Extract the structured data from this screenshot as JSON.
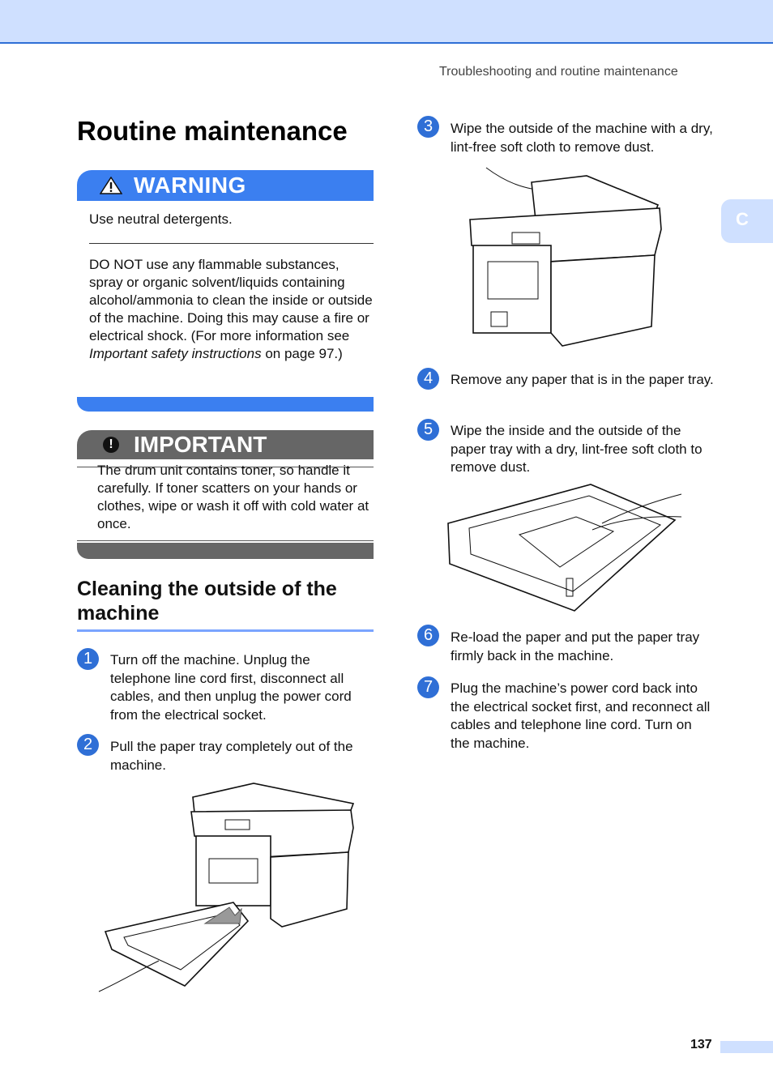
{
  "header": {
    "running_head": "Troubleshooting and routine maintenance",
    "chapter_tab": "C"
  },
  "title": "Routine maintenance",
  "warning": {
    "label": "WARNING",
    "para1": "Use neutral detergents.",
    "para2_a": "DO NOT use any flammable substances, spray or organic solvent/liquids containing alcohol/ammonia to clean the inside or outside of the machine. Doing this may cause a fire or electrical shock. (For more information see ",
    "para2_italic": "Important safety instructions",
    "para2_b": " on page 97.)"
  },
  "important": {
    "label": "IMPORTANT",
    "text": "The drum unit contains toner, so handle it carefully. If toner scatters on your hands or clothes, wipe or wash it off with cold water at once."
  },
  "section_title": "Cleaning the outside of the machine",
  "steps": [
    {
      "num": "1",
      "text": "Turn off the machine. Unplug the telephone line cord first, disconnect all cables, and then unplug the power cord from the electrical socket."
    },
    {
      "num": "2",
      "text": "Pull the paper tray completely out of the machine."
    },
    {
      "num": "3",
      "text": "Wipe the outside of the machine with a dry, lint-free soft cloth to remove dust."
    },
    {
      "num": "4",
      "text": "Remove any paper that is in the paper tray."
    },
    {
      "num": "5",
      "text": "Wipe the inside and the outside of the paper tray with a dry, lint-free soft cloth to remove dust."
    },
    {
      "num": "6",
      "text": "Re-load the paper and put the paper tray firmly back in the machine."
    },
    {
      "num": "7",
      "text": "Plug the machine’s power cord back into the electrical socket first, and reconnect all cables and telephone line cord. Turn on the machine."
    }
  ],
  "footer": {
    "page_number": "137"
  },
  "colors": {
    "accent": "#2f6fd6",
    "warning_bar": "#3b7ff0",
    "important_bar": "#666666",
    "band": "#cfe0ff"
  }
}
